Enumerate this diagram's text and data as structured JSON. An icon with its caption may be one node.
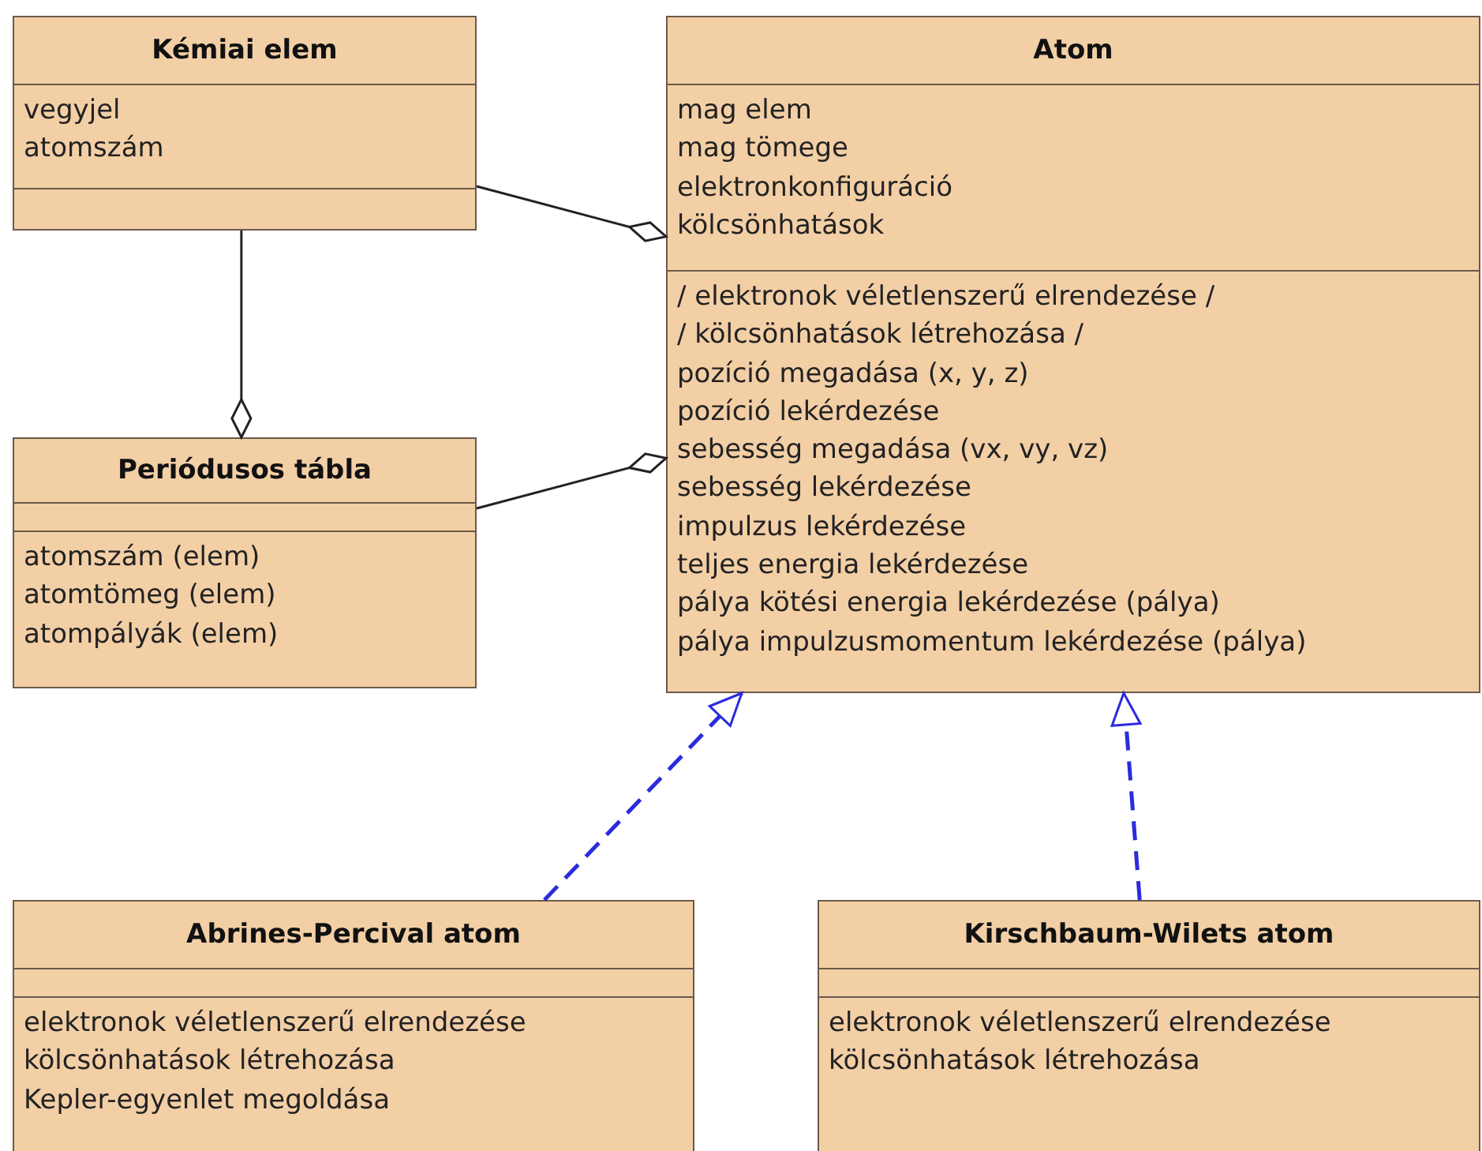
{
  "diagram": {
    "nodes": [
      {
        "text": [
          "Kémiai elem",
          "vegyjel",
          "atomszám"
        ]
      },
      {
        "text": [
          "Atom",
          "mag elem",
          "mag tömege",
          "elektronkonfiguráció",
          "kölcsönhatások",
          "/ elektronok véletlenszerű elrendezése /",
          "/ kölcsönhatások létrehozása /",
          "pozíció megadása (x, y, z)",
          "pozíció lekérdezése",
          "sebesség megadása (vx, vy, vz)",
          "sebesség lekérdezése",
          "impulzus lekérdezése",
          "teljes energia lekérdezése",
          "pálya kötési energia lekérdezése (pálya)",
          "pálya impulzusmomentum lekérdezése (pálya)"
        ]
      },
      {
        "text": [
          "Periódusos tábla",
          "atomszám (elem)",
          "atomtömeg (elem)",
          "atompályák (elem)"
        ]
      },
      {
        "text": [
          "Abrines-Percival atom",
          "elektronok véletlenszerű elrendezése",
          "kölcsönhatások létrehozása",
          "Kepler-egyenlet megoldása"
        ]
      },
      {
        "text": [
          "Kirschbaum-Wilets atom",
          "elektronok véletlenszerű elrendezése",
          "kölcsönhatások létrehozása"
        ]
      }
    ],
    "edges": [
      {
        "from": 0,
        "to": 1,
        "arrow": "other"
      },
      {
        "from": 0,
        "to": 2,
        "arrow": "other"
      },
      {
        "from": 2,
        "to": 1,
        "arrow": "other"
      },
      {
        "from": 3,
        "to": 1,
        "arrow": "to",
        "style": "dashed",
        "color": "#2b2bdd"
      },
      {
        "from": 4,
        "to": 1,
        "arrow": "to",
        "style": "dashed",
        "color": "#2b2bdd"
      }
    ]
  }
}
